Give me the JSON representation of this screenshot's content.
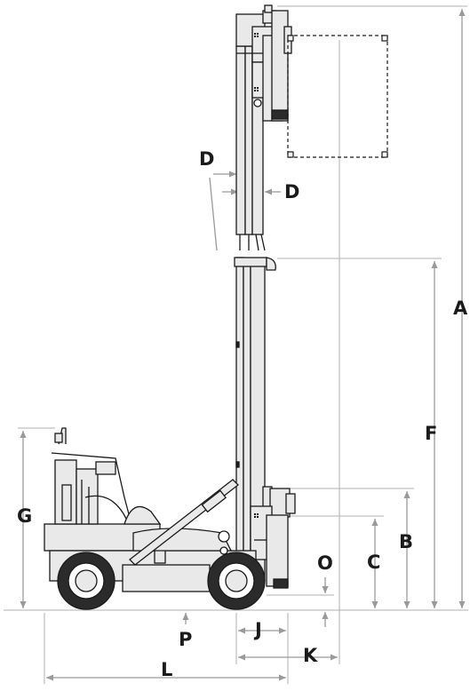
{
  "diagram": {
    "labels": {
      "A": "A",
      "B": "B",
      "C": "C",
      "D_upper": "D",
      "D_lower": "D",
      "F": "F",
      "G": "G",
      "J": "J",
      "K": "K",
      "L": "L",
      "O": "O",
      "P": "P"
    },
    "colors": {
      "line": "#1a1a1a",
      "dim_line": "#9a9a9a",
      "machine_fill": "#e9e9e9",
      "tire": "#2b2b2b",
      "hub": "#ffffff"
    }
  }
}
